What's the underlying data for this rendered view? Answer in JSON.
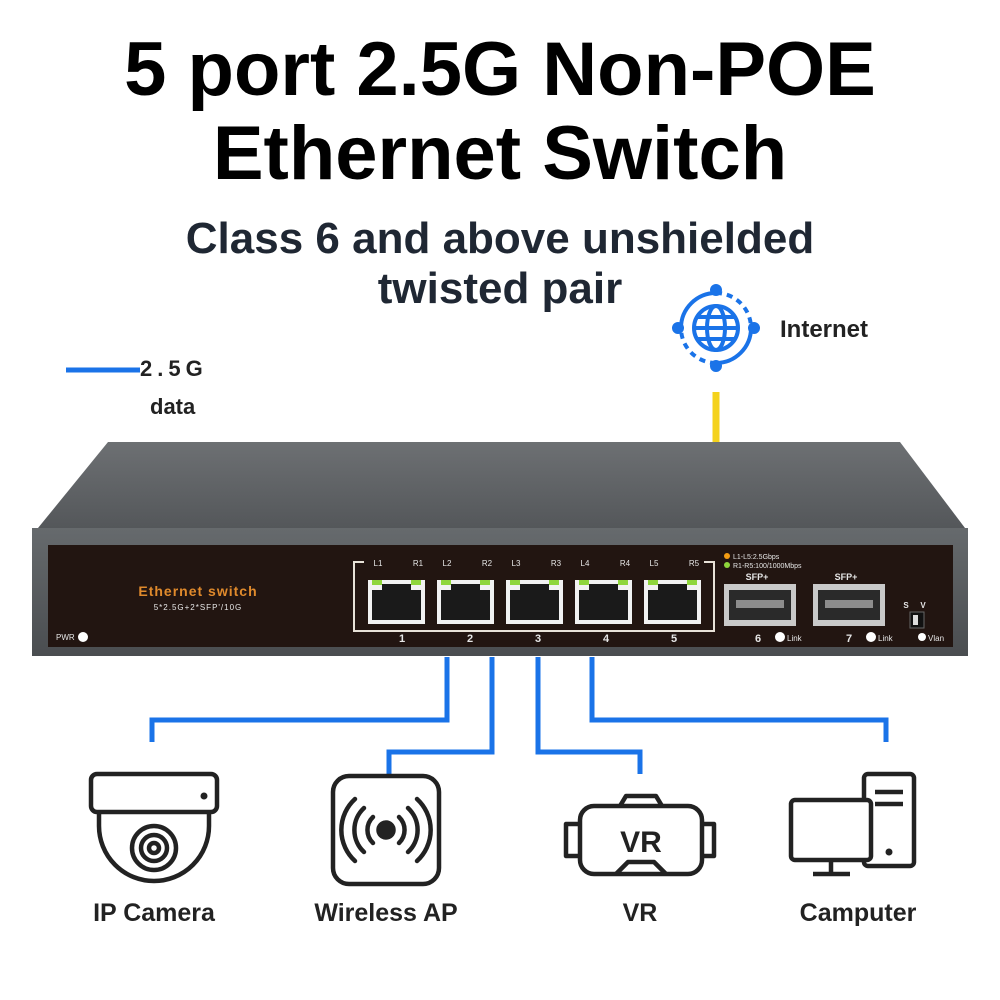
{
  "heading": {
    "line1": "5 port 2.5G Non-POE",
    "line2": "Ethernet Switch"
  },
  "subheading": {
    "line1": "Class 6 and above unshielded",
    "line2": "twisted pair"
  },
  "legend": {
    "speed": "2.5G",
    "label": "data",
    "line_color": "#1a73e8"
  },
  "uplink": {
    "label": "Internet",
    "cable_color": "#f4d21c",
    "icon": "globe-network-icon"
  },
  "switch": {
    "brand": "Ethernet switch",
    "model": "5*2.5G+2*SFP'/10G",
    "pwr_label": "PWR",
    "led_legend": [
      "L1-L5:2.5Gbps",
      "R1-R5:100/1000Mbps"
    ],
    "port_led_labels": [
      "L1",
      "R1",
      "L2",
      "R2",
      "L3",
      "R3",
      "L4",
      "R4",
      "L5",
      "R5"
    ],
    "port_numbers": [
      "1",
      "2",
      "3",
      "4",
      "5"
    ],
    "sfp_ports": [
      {
        "label": "SFP+",
        "number": "6",
        "link_label": "Link"
      },
      {
        "label": "SFP+",
        "number": "7",
        "link_label": "Link"
      }
    ],
    "switch_labels": [
      "S",
      "V"
    ],
    "vlan_label": "Vlan",
    "body_color": "#5b5e61",
    "panel_color": "#221511",
    "led_green": "#8fd63c",
    "led_orange": "#f39c12",
    "brand_color": "#e08a2c"
  },
  "devices": [
    {
      "label": "IP Camera",
      "icon": "ip-camera-icon"
    },
    {
      "label": "Wireless AP",
      "icon": "wireless-ap-icon"
    },
    {
      "label": "VR",
      "icon": "vr-headset-icon",
      "icon_text": "VR"
    },
    {
      "label": "Camputer",
      "icon": "computer-icon"
    }
  ]
}
